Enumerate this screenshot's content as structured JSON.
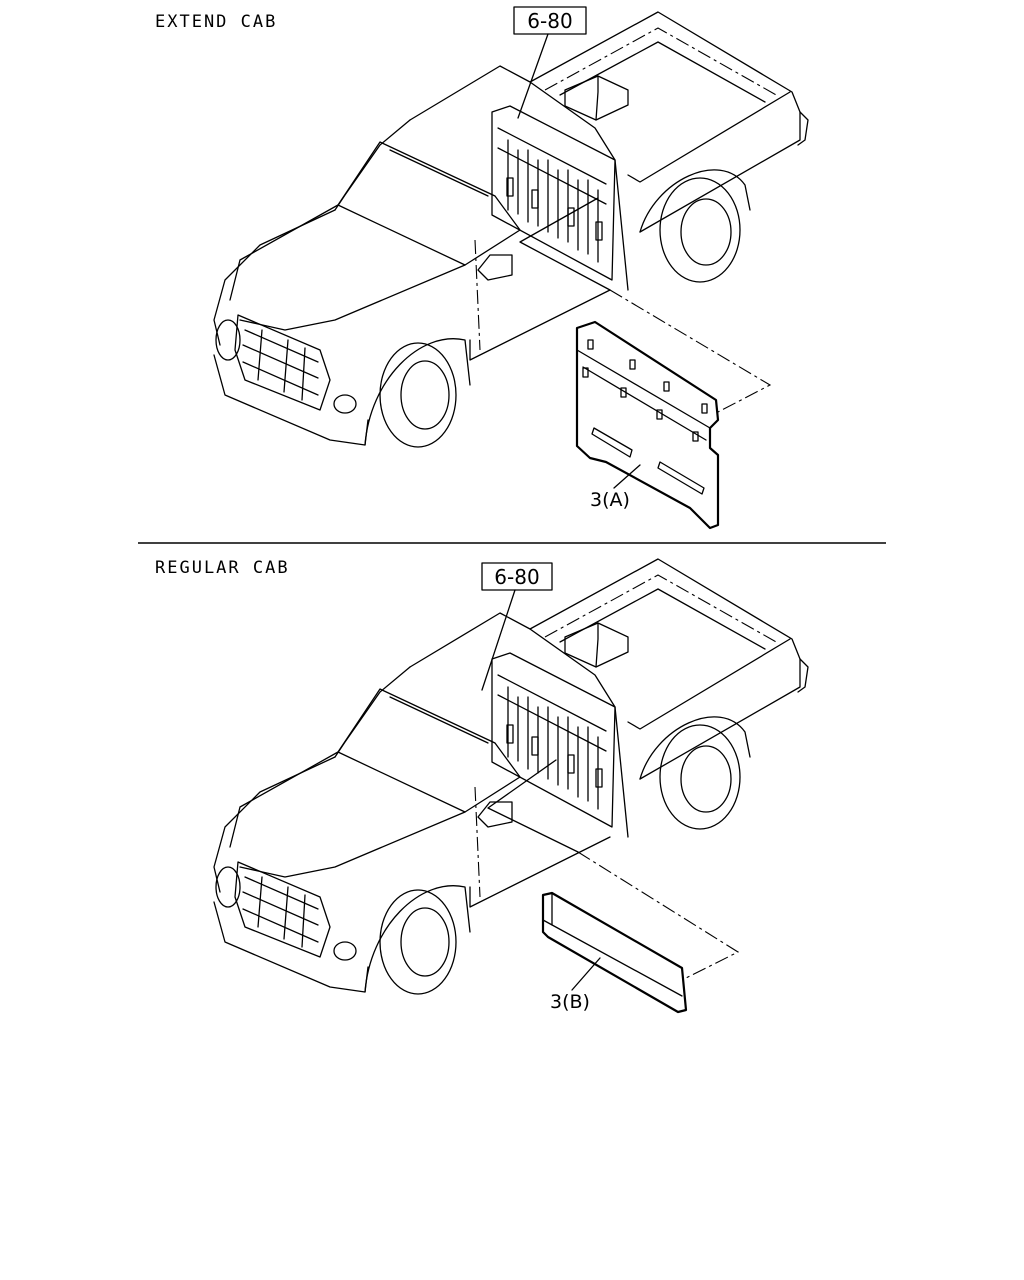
{
  "sections": [
    {
      "title": "EXTEND CAB",
      "ref": "6-80",
      "part": "3(A)"
    },
    {
      "title": "REGULAR CAB",
      "ref": "6-80",
      "part": "3(B)"
    }
  ]
}
